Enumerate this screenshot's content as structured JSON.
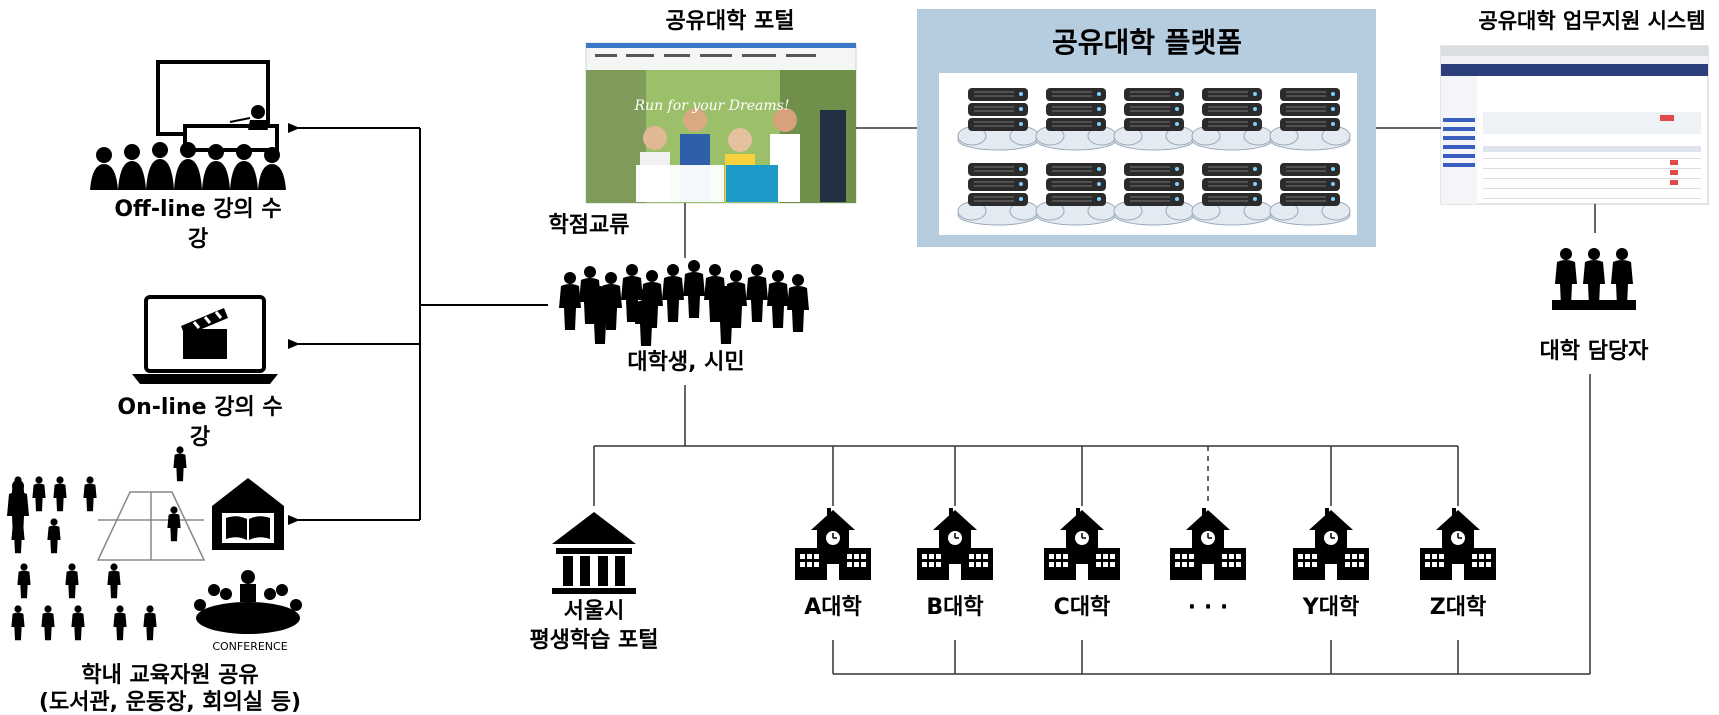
{
  "portal": {
    "title": "공유대학 포털",
    "tagline": "Run for your Dreams!"
  },
  "platform": {
    "title": "공유대학 플랫폼"
  },
  "support_system": {
    "title": "공유대학 업무지원 시스템"
  },
  "credit_exchange": "학점교류",
  "students": "대학생, 시민",
  "staff": "대학 담당자",
  "offline": {
    "line1": "Off-line 강의 수",
    "line2": "강"
  },
  "online": {
    "line1": "On-line 강의 수",
    "line2": "강"
  },
  "resources": {
    "line1": "학내 교육자원 공유",
    "line2": "(도서관, 운동장, 회의실 등)",
    "conference": "CONFERENCE"
  },
  "seoul": {
    "line1": "서울시",
    "line2": "평생학습 포털"
  },
  "universities": [
    "A대학",
    "B대학",
    "C대학",
    "· · ·",
    "Y대학",
    "Z대학"
  ],
  "colors": {
    "platform_bg": "#b6cde0",
    "server": "#2a2a2a",
    "cloud": "#e8eef5"
  }
}
